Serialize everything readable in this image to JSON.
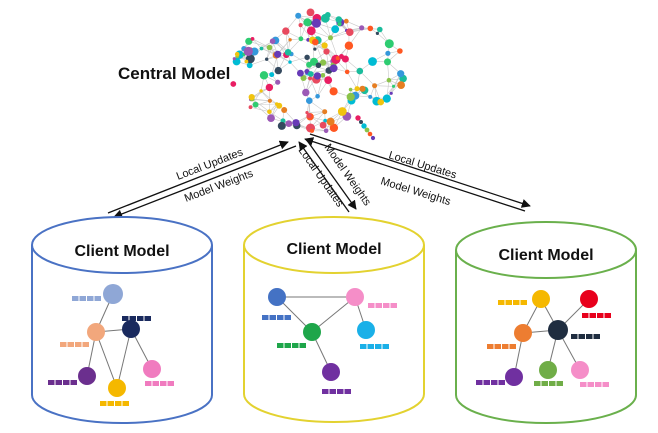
{
  "central": {
    "label": "Central Model",
    "icon": "brain-network-icon"
  },
  "clients": [
    {
      "label": "Client Model",
      "border_color": "#4a72c4",
      "nodes": [
        {
          "id": "a",
          "color": "#8fa7d6"
        },
        {
          "id": "b",
          "color": "#f2a77c"
        },
        {
          "id": "c",
          "color": "#1a2a5e"
        },
        {
          "id": "d",
          "color": "#6b2f8e"
        },
        {
          "id": "e",
          "color": "#f5b800"
        },
        {
          "id": "f",
          "color": "#f07bbf"
        }
      ]
    },
    {
      "label": "Client Model",
      "border_color": "#e3d230",
      "nodes": [
        {
          "id": "a",
          "color": "#4472c4"
        },
        {
          "id": "b",
          "color": "#f58ec8"
        },
        {
          "id": "c",
          "color": "#1ea64a"
        },
        {
          "id": "d",
          "color": "#1ab0e8"
        },
        {
          "id": "e",
          "color": "#7030a0"
        }
      ]
    },
    {
      "label": "Client Model",
      "border_color": "#6ab04c",
      "nodes": [
        {
          "id": "a",
          "color": "#f5b800"
        },
        {
          "id": "b",
          "color": "#e8001c"
        },
        {
          "id": "c",
          "color": "#ed7d31"
        },
        {
          "id": "d",
          "color": "#1f2d40"
        },
        {
          "id": "e",
          "color": "#7030a0"
        },
        {
          "id": "f",
          "color": "#70ad47"
        },
        {
          "id": "g",
          "color": "#f58ec8"
        }
      ]
    }
  ],
  "arrows": {
    "left": {
      "top_label": "Local Updates",
      "bottom_label": "Model Weights"
    },
    "middle": {
      "top_label": "Local Updates",
      "bottom_label": "Model Weights"
    },
    "right": {
      "top_label": "Local Updates",
      "bottom_label": "Model Weights"
    }
  }
}
